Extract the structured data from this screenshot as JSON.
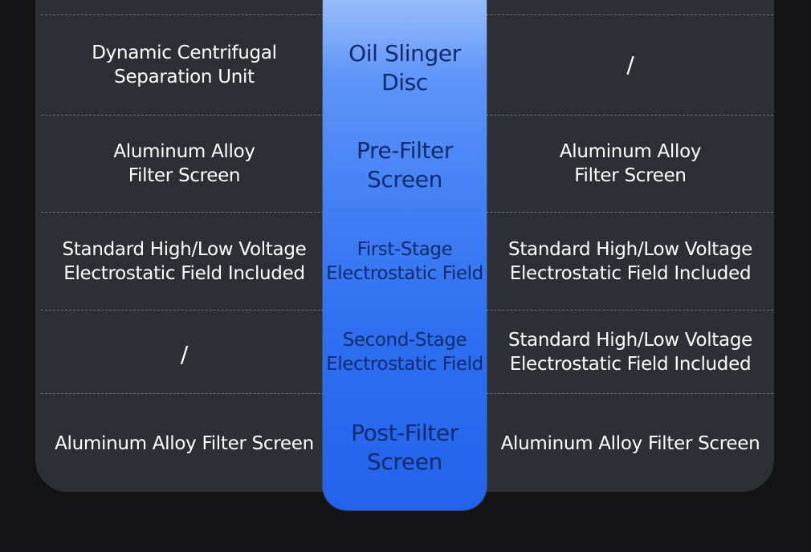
{
  "rows": [
    {
      "left": "Dynamic Centrifugal\nSeparation Unit",
      "center": "Oil Slinger Disc",
      "right": "/"
    },
    {
      "left": "Aluminum Alloy\nFilter Screen",
      "center": "Pre-Filter\nScreen",
      "right": "Aluminum Alloy\nFilter Screen"
    },
    {
      "left": "Standard High/Low Voltage\nElectrostatic Field Included",
      "center": "First-Stage\nElectrostatic Field",
      "right": "Standard High/Low Voltage\nElectrostatic Field Included"
    },
    {
      "left": "/",
      "center": "Second-Stage\nElectrostatic Field",
      "right": "Standard High/Low Voltage\nElectrostatic Field Included"
    },
    {
      "left": "Aluminum Alloy Filter Screen",
      "center": "Post-Filter\nScreen",
      "right": "Aluminum Alloy Filter Screen"
    }
  ],
  "colors": {
    "page_background": "#141417",
    "table_background": "#2e2f35",
    "highlight_column_top": "#93b9fb",
    "highlight_column_bottom": "#2463ec",
    "center_text": "#102a6b",
    "side_text": "#ffffff"
  }
}
